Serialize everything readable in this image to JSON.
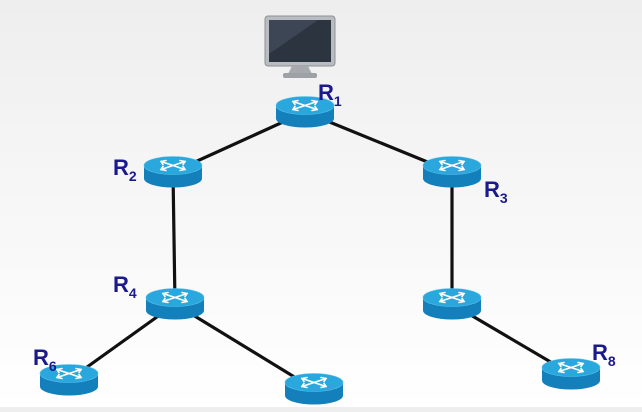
{
  "diagram": {
    "host": {
      "icon": "computer-monitor-icon"
    },
    "routers": [
      {
        "id": "R1",
        "letter": "R",
        "sub": "1"
      },
      {
        "id": "R2",
        "letter": "R",
        "sub": "2"
      },
      {
        "id": "R3",
        "letter": "R",
        "sub": "3"
      },
      {
        "id": "R4",
        "letter": "R",
        "sub": "4"
      },
      {
        "id": "R5",
        "letter": "",
        "sub": ""
      },
      {
        "id": "R6",
        "letter": "R",
        "sub": "6"
      },
      {
        "id": "R7",
        "letter": "",
        "sub": ""
      },
      {
        "id": "R8",
        "letter": "R",
        "sub": "8"
      }
    ],
    "links": [
      [
        "R1",
        "R2"
      ],
      [
        "R1",
        "R3"
      ],
      [
        "R2",
        "R4"
      ],
      [
        "R3",
        "R5"
      ],
      [
        "R4",
        "R6"
      ],
      [
        "R4",
        "R7"
      ],
      [
        "R5",
        "R8"
      ]
    ],
    "colors": {
      "router_top": "#2aa7dd",
      "router_side": "#1380bb",
      "link": "#111111",
      "label": "#1a1a8c"
    }
  }
}
